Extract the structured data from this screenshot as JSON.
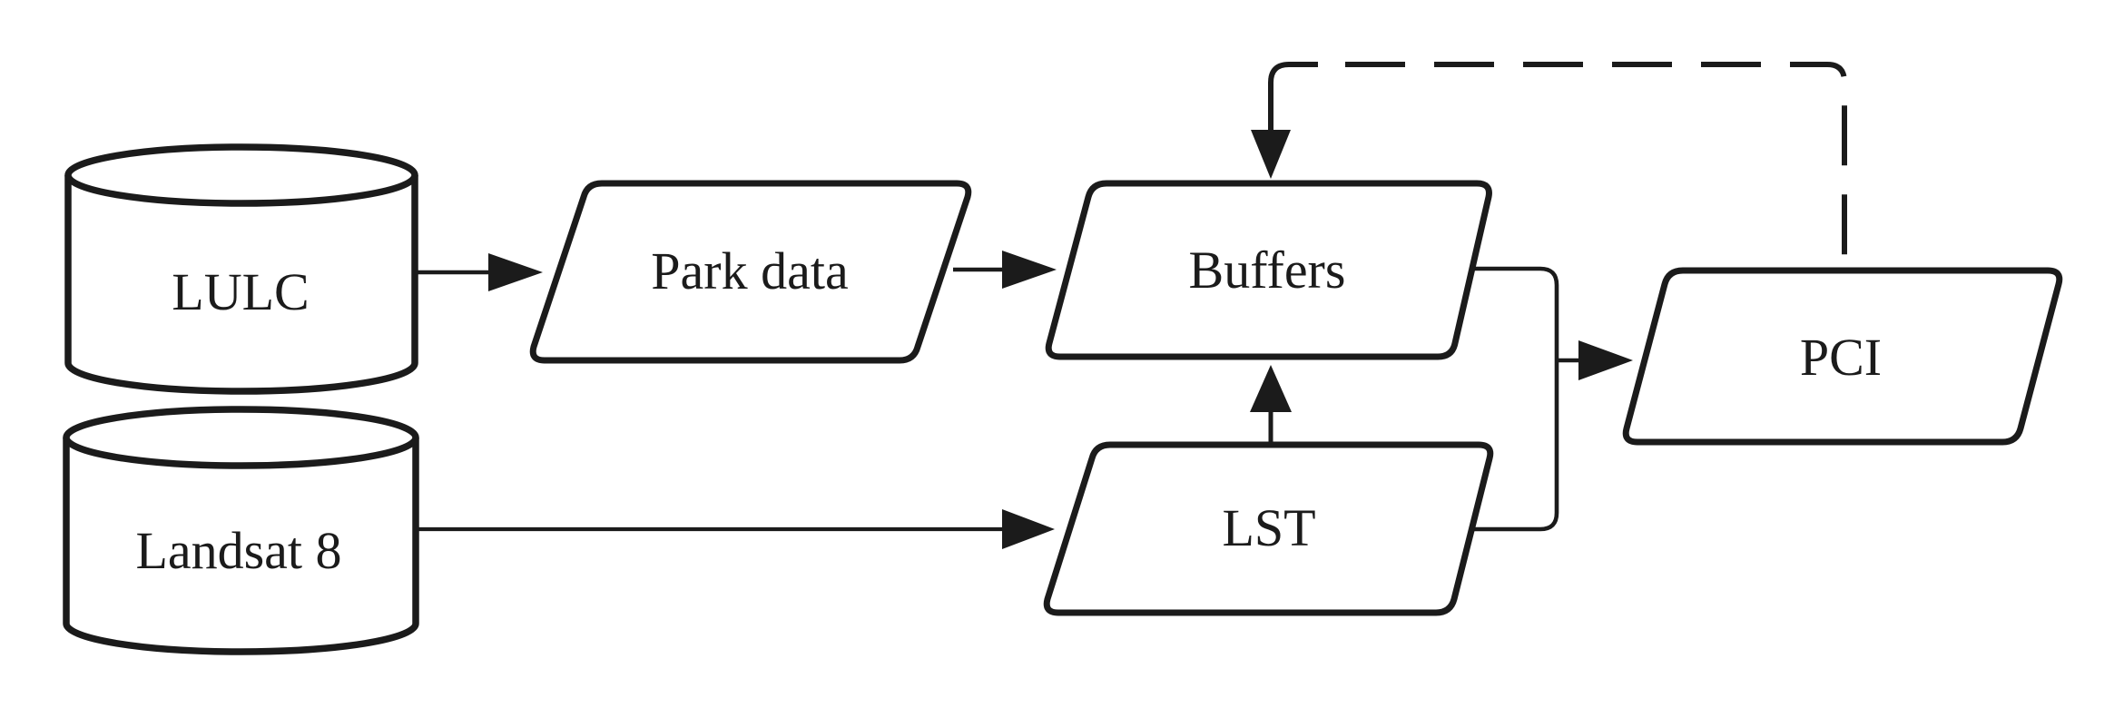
{
  "diagram": {
    "type": "flowchart",
    "background_color": "#ffffff",
    "line_color": "#1b1b1b",
    "nodes": {
      "lulc": {
        "label": "LULC",
        "shape": "cylinder",
        "kind": "data-source"
      },
      "landsat8": {
        "label": "Landsat 8",
        "shape": "cylinder",
        "kind": "data-source"
      },
      "park_data": {
        "label": "Park data",
        "shape": "parallelogram",
        "kind": "dataset"
      },
      "buffers": {
        "label": "Buffers",
        "shape": "parallelogram",
        "kind": "dataset"
      },
      "lst": {
        "label": "LST",
        "shape": "parallelogram",
        "kind": "dataset"
      },
      "pci": {
        "label": "PCI",
        "shape": "parallelogram",
        "kind": "result"
      }
    },
    "edges": [
      {
        "from": "LULC",
        "to": "Park data",
        "style": "solid-arrow"
      },
      {
        "from": "Park data",
        "to": "Buffers",
        "style": "solid-arrow"
      },
      {
        "from": "Landsat 8",
        "to": "LST",
        "style": "solid-arrow"
      },
      {
        "from": "LST",
        "to": "Buffers",
        "style": "solid-arrow"
      },
      {
        "from": "Buffers",
        "to": "PCI",
        "style": "solid-arrow-merged"
      },
      {
        "from": "LST",
        "to": "PCI",
        "style": "solid-arrow-merged"
      },
      {
        "from": "PCI",
        "to": "Buffers",
        "style": "dashed-feedback-arrow"
      }
    ]
  }
}
